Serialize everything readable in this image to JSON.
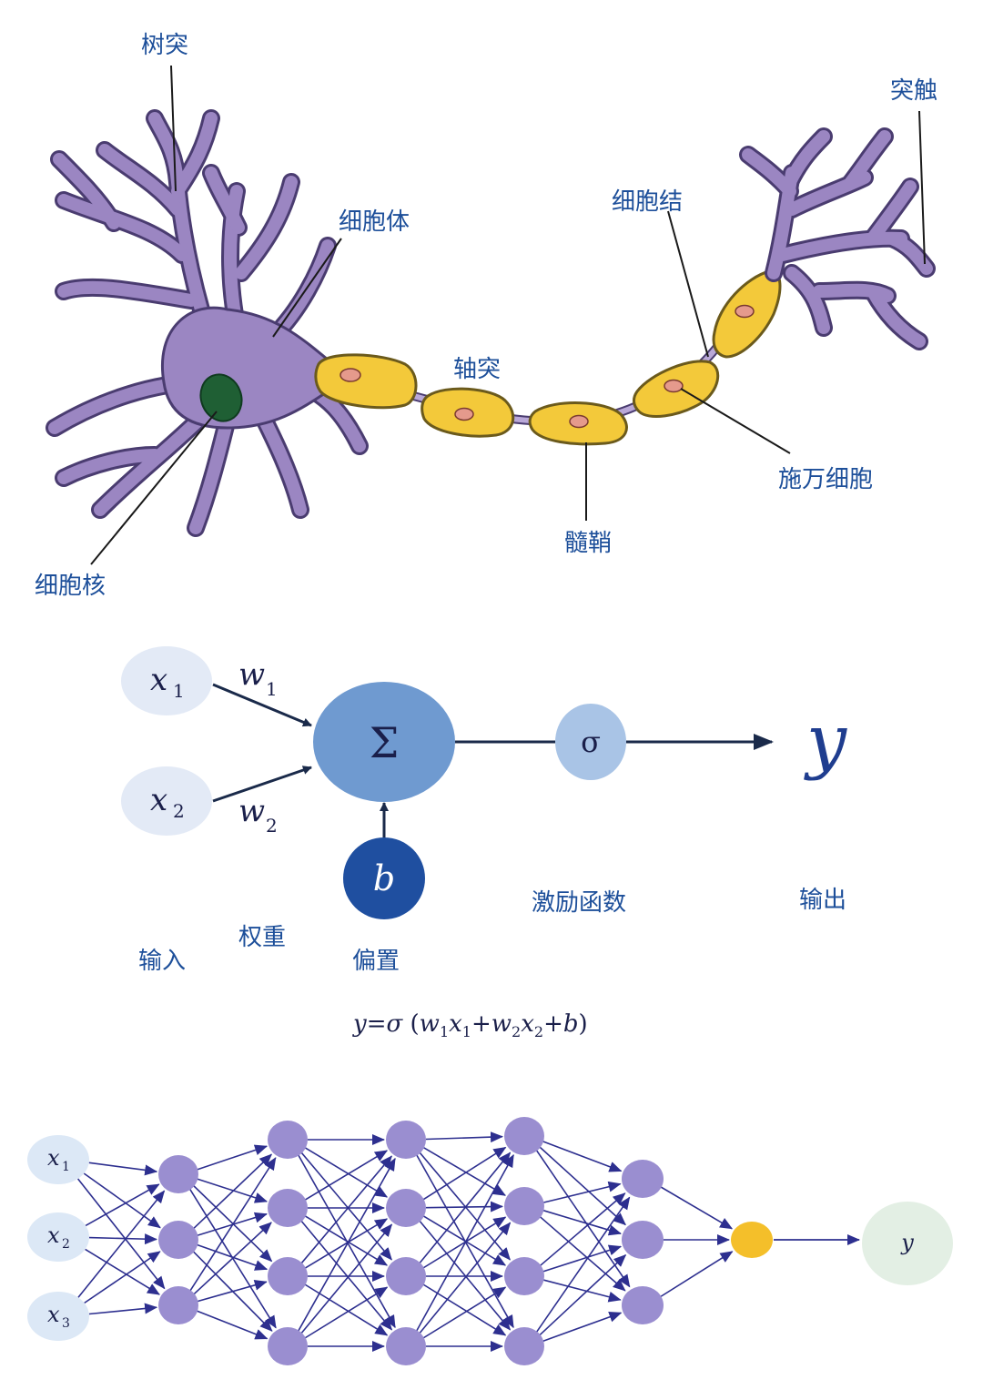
{
  "neuron": {
    "labels": {
      "dendrite": "树突",
      "synapse": "突触",
      "cell_body": "细胞体",
      "node": "细胞结",
      "axon": "轴突",
      "schwann": "施万细胞",
      "myelin": "髓鞘",
      "nucleus": "细胞核"
    },
    "colors": {
      "body": "#9b86c2",
      "outline": "#4a3c70",
      "nucleus": "#1f5f34",
      "myelin": "#f3c93a",
      "myelin_outline": "#6b5a1c",
      "schwann_nucleus": "#e59a8c"
    }
  },
  "perceptron": {
    "inputs": [
      {
        "sym": "x",
        "sub": "1"
      },
      {
        "sym": "x",
        "sub": "2"
      }
    ],
    "weights": [
      {
        "sym": "w",
        "sub": "1"
      },
      {
        "sym": "w",
        "sub": "2"
      }
    ],
    "sum_symbol": "Σ",
    "activation_symbol": "σ",
    "bias_symbol": "b",
    "output_symbol": "y",
    "labels": {
      "input": "输入",
      "weight": "权重",
      "bias": "偏置",
      "activation": "激励函数",
      "output": "输出"
    },
    "formula": {
      "lhs": "y",
      "eq": "=",
      "sigma": "σ",
      "open": " (",
      "w1": "w",
      "w1_sub": "1",
      "x1": "x",
      "x1_sub": "1",
      "plus1": "+",
      "w2": "w",
      "w2_sub": "2",
      "x2": "x",
      "x2_sub": "2",
      "plus2": "+",
      "b": "b",
      "close": ")"
    },
    "colors": {
      "input_node": "#e3eaf6",
      "sum_node": "#6f9ad0",
      "activation_node": "#a9c4e6",
      "bias_node": "#1f4fa0",
      "arrow": "#1a2a4a"
    }
  },
  "network": {
    "inputs": [
      {
        "sym": "x",
        "sub": "1"
      },
      {
        "sym": "x",
        "sub": "2"
      },
      {
        "sym": "x",
        "sub": "3"
      }
    ],
    "output_symbol": "y",
    "colors": {
      "input_node": "#dce8f6",
      "hidden_node": "#9a8ed0",
      "output_node": "#f4bf2a",
      "output_label_node": "#e3efe4",
      "edge": "#2d2f8f"
    }
  }
}
